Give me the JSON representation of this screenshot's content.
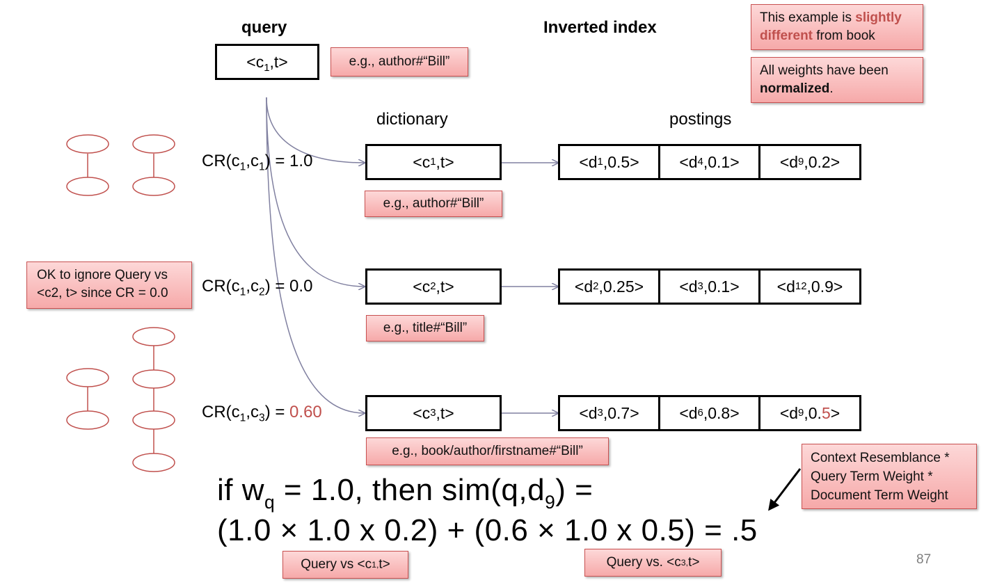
{
  "headers": {
    "query": "query",
    "inverted_index": "Inverted index",
    "dictionary": "dictionary",
    "postings": "postings"
  },
  "query_box": {
    "pre": "<c",
    "sub": "1",
    "post": ",t>"
  },
  "query_example": "e.g., author#“Bill”",
  "notes": {
    "book_pre": "This example is ",
    "book_bold": "slightly different",
    "book_post": " from book",
    "norm_pre": "All weights have been ",
    "norm_bold": "normalized",
    "norm_post": ".",
    "ignore_line1": "OK to ignore Query vs",
    "ignore_line2": "<c2, t> since CR = 0.0",
    "context_line1": "Context Resemblance *",
    "context_line2": "Query Term Weight *",
    "context_line3": "Document Term Weight"
  },
  "rows": [
    {
      "cr": {
        "a": "CR(c",
        "s1": "1",
        "b": ",c",
        "s2": "1",
        "c": ") = ",
        "value": "1.0"
      },
      "term": {
        "pre": "<c",
        "sub": "1",
        "post": ",t>"
      },
      "example": "e.g., author#“Bill”",
      "postings": [
        {
          "pre": "<d",
          "sub": "1",
          "w": ",0.5",
          "w_red": "",
          "post": ">"
        },
        {
          "pre": "<d",
          "sub": "4",
          "w": ",0.1",
          "w_red": "",
          "post": ">"
        },
        {
          "pre": "<d",
          "sub": "9",
          "w": ",0.2",
          "w_red": "",
          "post": ">"
        }
      ]
    },
    {
      "cr": {
        "a": "CR(c",
        "s1": "1",
        "b": ",c",
        "s2": "2",
        "c": ") = ",
        "value": "0.0"
      },
      "term": {
        "pre": "<c",
        "sub": "2",
        "post": ",t>"
      },
      "example": "e.g., title#“Bill”",
      "postings": [
        {
          "pre": "<d",
          "sub": "2",
          "w": ",0.25",
          "w_red": "",
          "post": ">"
        },
        {
          "pre": "<d",
          "sub": "3",
          "w": ",0.1",
          "w_red": "",
          "post": ">"
        },
        {
          "pre": "<d",
          "sub": "12",
          "w": ",0.9",
          "w_red": "",
          "post": ">"
        }
      ]
    },
    {
      "cr": {
        "a": "CR(c",
        "s1": "1",
        "b": ",c",
        "s2": "3",
        "c": ") = ",
        "value": "0.60"
      },
      "term": {
        "pre": "<c",
        "sub": "3",
        "post": ",t>"
      },
      "example": "e.g., book/author/firstname#“Bill”",
      "postings": [
        {
          "pre": "<d",
          "sub": "3",
          "w": ",0.7",
          "w_red": "",
          "post": ">"
        },
        {
          "pre": "<d",
          "sub": "6",
          "w": ",0.8",
          "w_red": "",
          "post": ">"
        },
        {
          "pre": "<d",
          "sub": "9",
          "w": ",0.",
          "w_red": "5",
          "post": ">"
        }
      ]
    }
  ],
  "formula": {
    "l1_a": "if w",
    "l1_sub_q": "q",
    "l1_b": " = 1.0, then sim(q,d",
    "l1_sub_9": "9",
    "l1_c": ") =",
    "line2": "(1.0 × 1.0 x 0.2) + (0.6 × 1.0 x 0.5) = .5"
  },
  "bottom_notes": {
    "q1_pre": "Query vs <c",
    "q1_sub": "1,",
    "q1_post": "t>",
    "q3_pre": "Query vs. <c",
    "q3_sub": "3,",
    "q3_post": "t>"
  },
  "page_number": "87",
  "colors": {
    "accent_red": "#c0504d",
    "note_fill": "#f8b4b4",
    "tree_stroke": "#c0504d",
    "arrow": "#8080a0"
  }
}
